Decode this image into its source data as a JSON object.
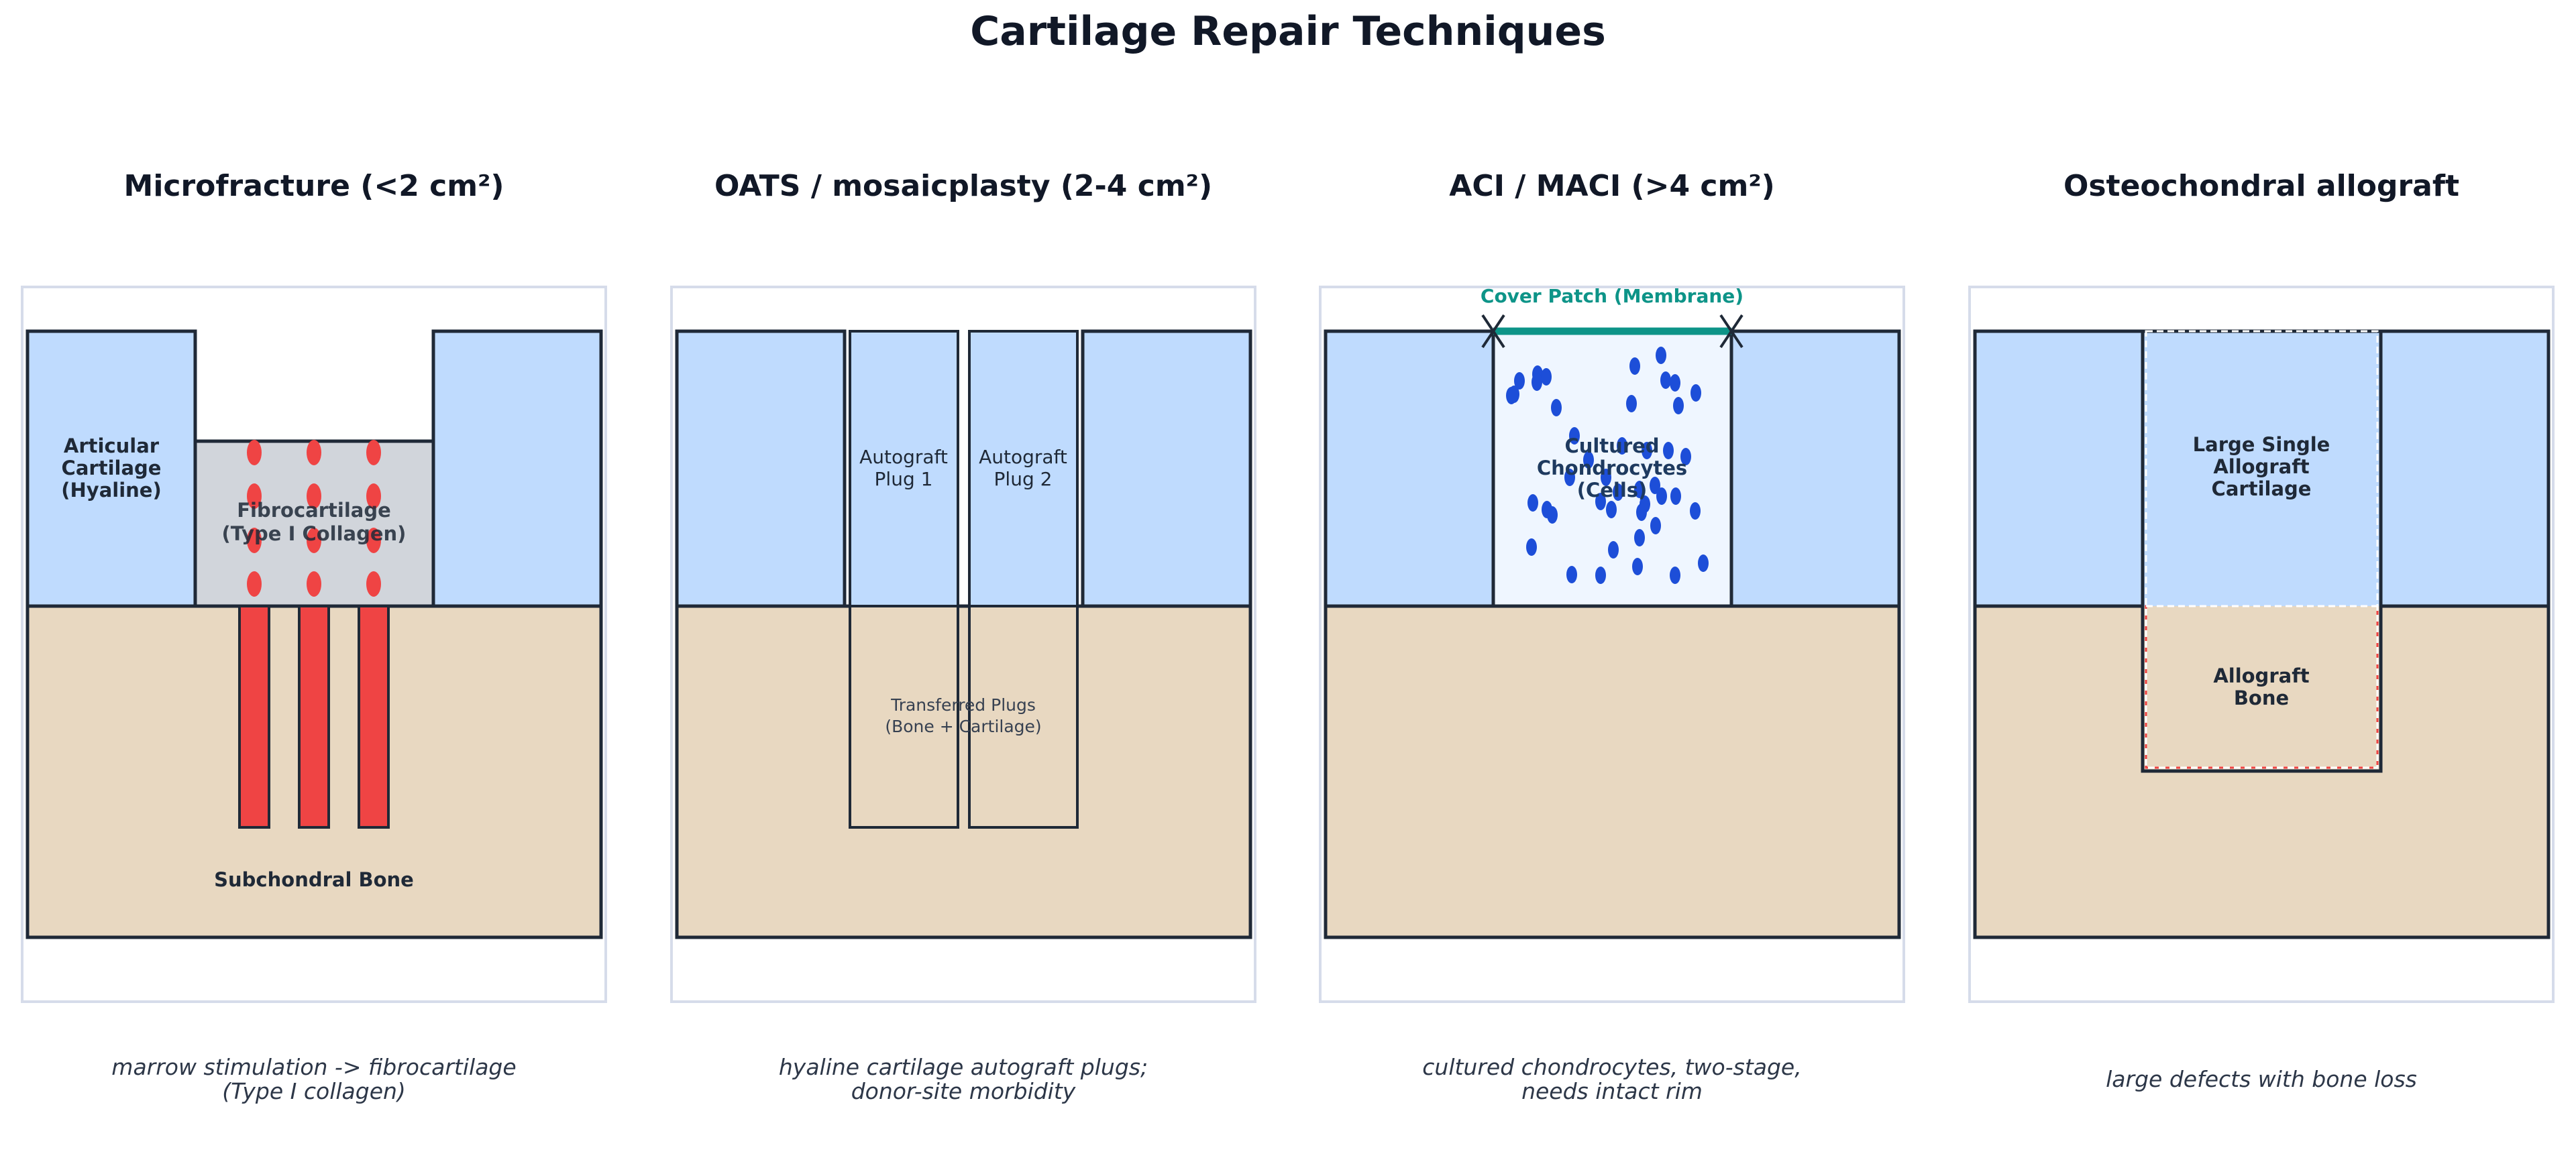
{
  "figure": {
    "title": "Cartilage Repair Techniques"
  },
  "colors": {
    "cartilage": "#bfdbfe",
    "bone": "#e8d8c1",
    "fibrocartilage": "#d1d5db",
    "marrow": "#ef4444",
    "chondrocyte": "#1d4ed8",
    "cell_fill": "#eff6ff",
    "membrane": "#0d9488",
    "outline": "#1f2937",
    "frame": "#d6dcea"
  },
  "panels": [
    {
      "title": "Microfracture (<2 cm²)",
      "caption_lines": [
        "marrow stimulation -> fibrocartilage",
        "(Type I collagen)"
      ],
      "labels": {
        "cartilage": [
          "Articular",
          "Cartilage",
          "(Hyaline)"
        ],
        "fill": [
          "Fibrocartilage",
          "(Type I Collagen)"
        ],
        "bone": "Subchondral Bone"
      }
    },
    {
      "title": "OATS / mosaicplasty (2-4 cm²)",
      "caption_lines": [
        "hyaline cartilage autograft plugs;",
        "donor-site morbidity"
      ],
      "labels": {
        "plug1": [
          "Autograft",
          "Plug 1"
        ],
        "plug2": [
          "Autograft",
          "Plug 2"
        ],
        "transferred": [
          "Transferred Plugs",
          "(Bone + Cartilage)"
        ]
      }
    },
    {
      "title": "ACI / MACI (>4 cm²)",
      "caption_lines": [
        "cultured chondrocytes, two-stage,",
        "needs intact rim"
      ],
      "labels": {
        "membrane": "Cover Patch (Membrane)",
        "cells": [
          "Cultured",
          "Chondrocytes",
          "(Cells)"
        ]
      }
    },
    {
      "title": "Osteochondral allograft",
      "caption_lines": [
        "large defects with bone loss"
      ],
      "labels": {
        "cartilage": [
          "Large Single",
          "Allograft",
          "Cartilage"
        ],
        "bone": [
          "Allograft",
          "Bone"
        ]
      }
    }
  ]
}
